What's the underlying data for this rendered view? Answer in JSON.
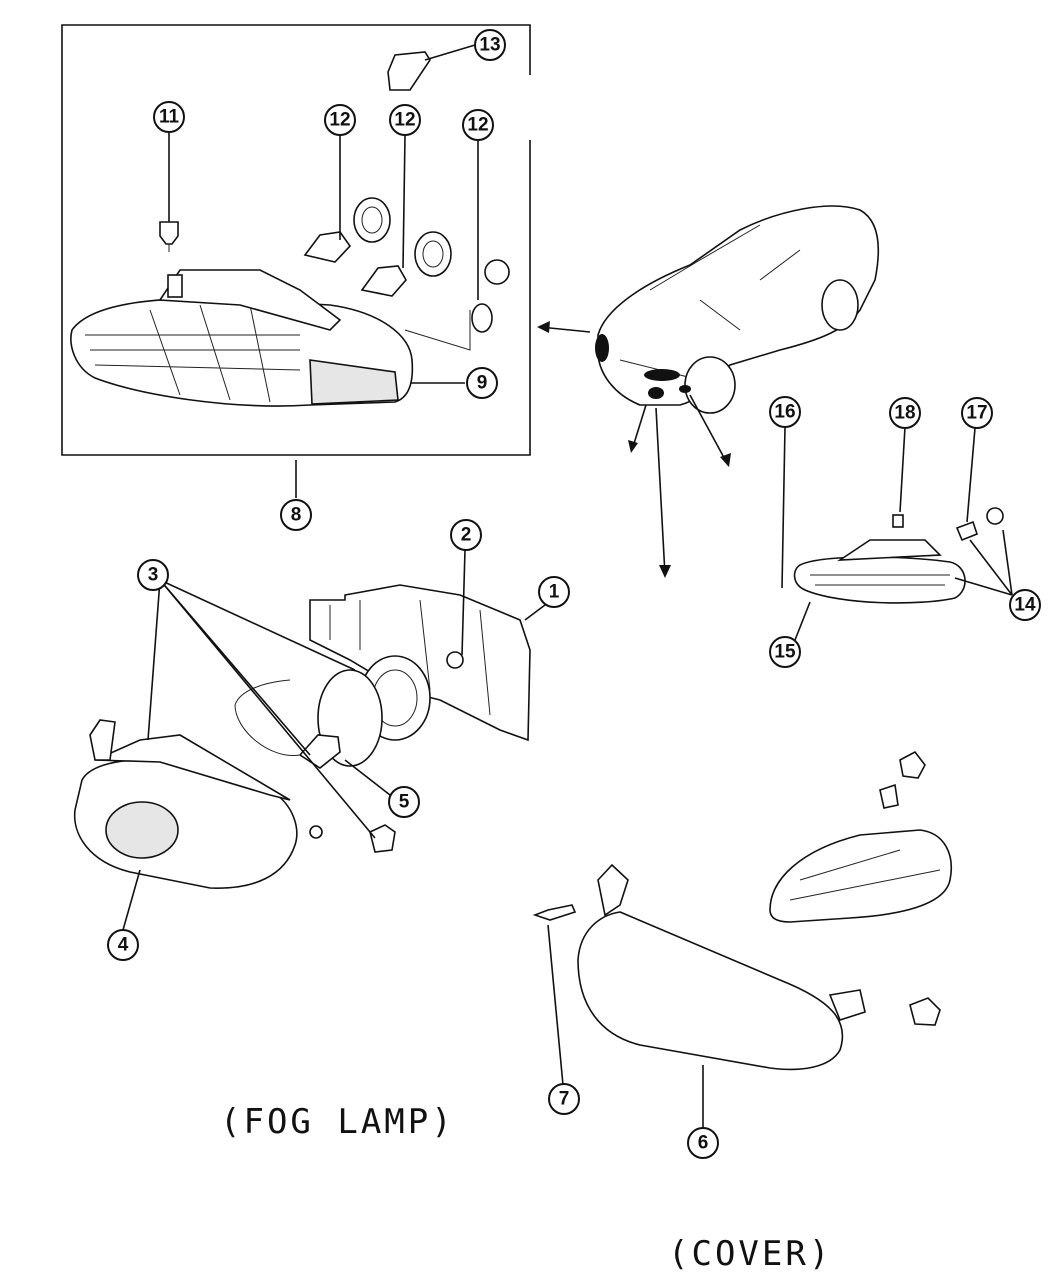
{
  "captions": {
    "fog_lamp": "(FOG LAMP)",
    "cover": "(COVER)"
  },
  "callouts": {
    "c1": "1",
    "c2": "2",
    "c3": "3",
    "c4": "4",
    "c5": "5",
    "c6": "6",
    "c7": "7",
    "c8": "8",
    "c9": "9",
    "c11": "11",
    "c12a": "12",
    "c12b": "12",
    "c12c": "12",
    "c13": "13",
    "c14": "14",
    "c15": "15",
    "c16": "16",
    "c17": "17",
    "c18": "18"
  }
}
